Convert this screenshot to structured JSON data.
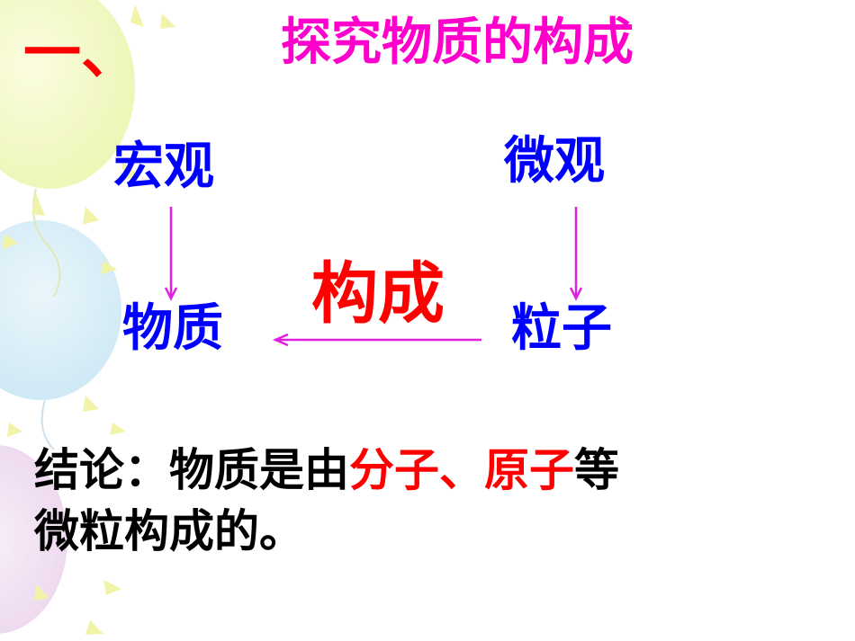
{
  "slide": {
    "section_number": "一、",
    "title": "探究物质的构成"
  },
  "diagram": {
    "macro_label": "宏观",
    "micro_label": "微观",
    "substance_label": "物质",
    "particle_label": "粒子",
    "compose_label": "构成"
  },
  "conclusion": {
    "prefix": "结论：物质是由",
    "molecule": "分子",
    "separator": "、",
    "atom": "原子",
    "suffix_line1": "等",
    "line2": "微粒构成的。"
  },
  "colors": {
    "title_red": "#ff0000",
    "title_pink": "#ff00cc",
    "label_blue": "#0000ff",
    "arrow_magenta": "#e01fe0"
  }
}
